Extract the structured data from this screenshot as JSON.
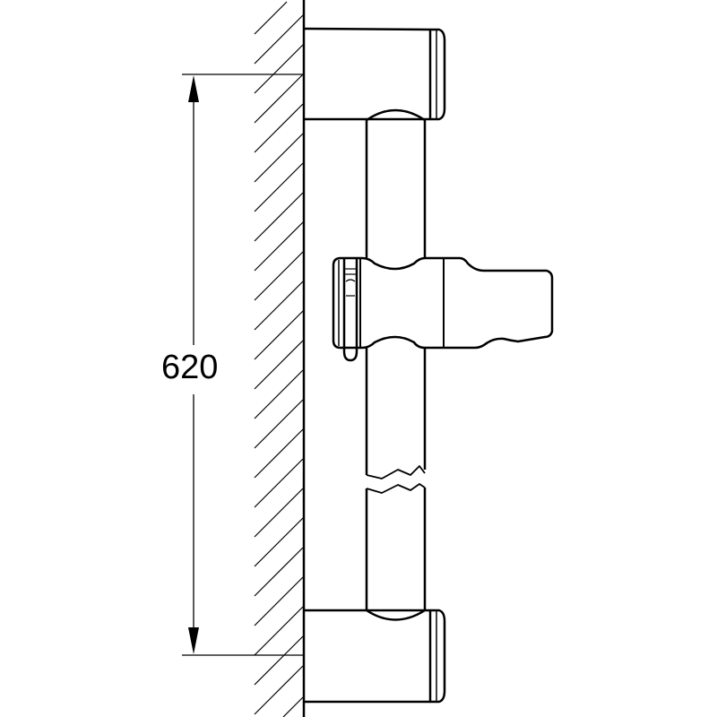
{
  "drawing": {
    "type": "technical-drawing",
    "subject": "shower rail with adjustable hand-shower slider, side view",
    "dimension": {
      "value": "620",
      "orientation": "vertical"
    },
    "colors": {
      "line": "#000000",
      "background": "#ffffff"
    }
  }
}
